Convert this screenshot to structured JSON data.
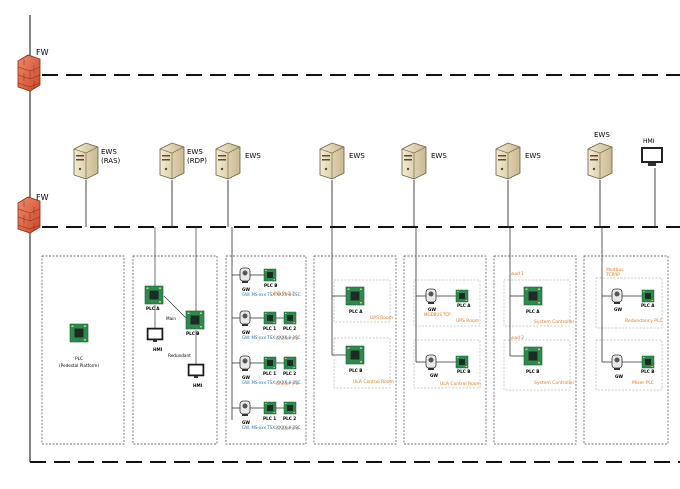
{
  "firewalls": [
    {
      "label": "FW"
    },
    {
      "label": "FW"
    }
  ],
  "workstations": [
    {
      "label": "EWS",
      "sub": "(RAS)"
    },
    {
      "label": "EWS",
      "sub": "(RDP)"
    },
    {
      "label": "EWS",
      "sub": ""
    },
    {
      "label": "EWS",
      "sub": ""
    },
    {
      "label": "EWS",
      "sub": ""
    },
    {
      "label": "EWS",
      "sub": ""
    },
    {
      "label": "EWS",
      "sub": ""
    },
    {
      "label": "HMI",
      "sub": ""
    }
  ],
  "zones": {
    "pedestal": {
      "plc_label": "PLC",
      "plc_sub": "(Pedestal Platform)"
    },
    "redundant": {
      "plc_a": "PLC A",
      "plc_b": "PLC B",
      "main": "Main",
      "redundant": "Redundant",
      "hmi1": "HMI",
      "hmi2": "HMI"
    },
    "gateways": {
      "rows": [
        {
          "gw": "GW",
          "plc1": "PLC B",
          "plc2": "",
          "blue": "GW: MS-xxx TSX:XXXX-8-2SC",
          "orange": "M2 PLC 3"
        },
        {
          "gw": "GW",
          "plc1": "PLC 1",
          "plc2": "PLC 2",
          "blue": "GW: MS-xxx TSX:XXXX-8-2SC",
          "orange": "Chiller #2"
        },
        {
          "gw": "GW",
          "plc1": "PLC 1",
          "plc2": "PLC 2",
          "blue": "GW: MS-xxx TSX:XXXX-8-2SC",
          "orange": "Chiller #3"
        },
        {
          "gw": "GW",
          "plc1": "PLC 1",
          "plc2": "PLC 2",
          "blue": "GW: MS-xxx TSX:XXXX-8-2SC",
          "orange": "Chiller #4"
        }
      ]
    },
    "ups": {
      "plc_a": "PLC A",
      "plc_b": "PLC B",
      "room_a": "UPS Room",
      "room_b": "ULA Control Room"
    },
    "modbus": {
      "gw": "GW",
      "plc_a": "PLC A",
      "gw2": "GW",
      "plc_b": "PLC B",
      "blue": "MODBUS TCP",
      "room_a": "UPS Room",
      "room_b": "ULA Control Room"
    },
    "lead": {
      "lead1": "Lead 1",
      "lead2": "Lead 2",
      "plc_a": "PLC A",
      "plc_b": "PLC B",
      "ctrl_a": "System Controller",
      "ctrl_b": "System Controller"
    },
    "modbus2": {
      "head": "Modbus",
      "head2": "TCP/IP",
      "gw": "GW",
      "plc_a": "PLC A",
      "gw2": "GW",
      "plc_b": "PLC B",
      "cap_a": "Redundancy PLC",
      "cap_b": "Mixer PLC"
    }
  }
}
